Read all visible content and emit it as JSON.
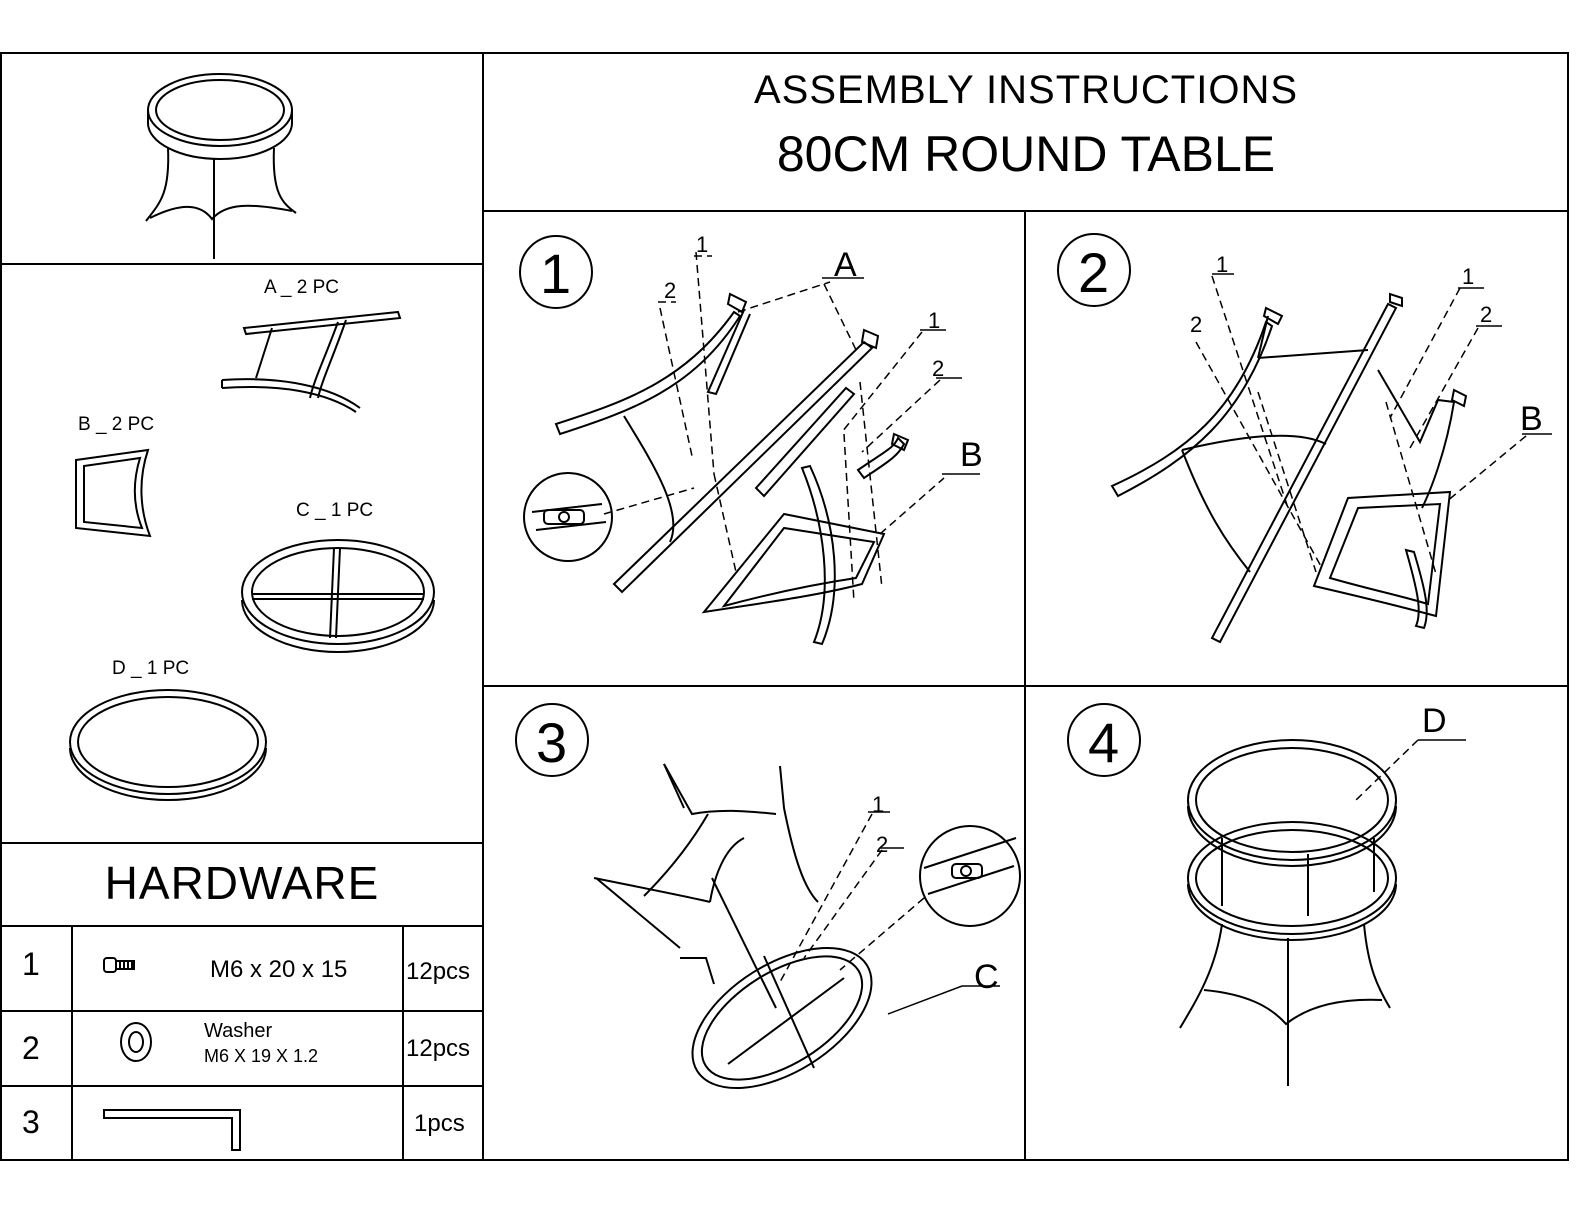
{
  "header": {
    "line1": "ASSEMBLY INSTRUCTIONS",
    "line2": "80CM ROUND TABLE"
  },
  "parts": [
    {
      "label": "A _ 2 PC"
    },
    {
      "label": "B _ 2 PC"
    },
    {
      "label": "C _ 1 PC"
    },
    {
      "label": "D _ 1 PC"
    }
  ],
  "hardware": {
    "title": "HARDWARE",
    "rows": [
      {
        "num": "1",
        "desc": "M6 x 20 x 15",
        "desc2": "",
        "qty": "12pcs",
        "icon": "bolt-icon"
      },
      {
        "num": "2",
        "desc": "Washer",
        "desc2": "M6 X 19 X 1.2",
        "qty": "12pcs",
        "icon": "washer-icon"
      },
      {
        "num": "3",
        "desc": "",
        "desc2": "",
        "qty": "1pcs",
        "icon": "allen-key-icon"
      }
    ]
  },
  "steps": [
    {
      "num": "1",
      "labels": [
        "A",
        "B",
        "1",
        "2",
        "1",
        "2"
      ]
    },
    {
      "num": "2",
      "labels": [
        "B",
        "1",
        "2",
        "1",
        "2"
      ]
    },
    {
      "num": "3",
      "labels": [
        "C",
        "1",
        "2"
      ]
    },
    {
      "num": "4",
      "labels": [
        "D"
      ]
    }
  ]
}
